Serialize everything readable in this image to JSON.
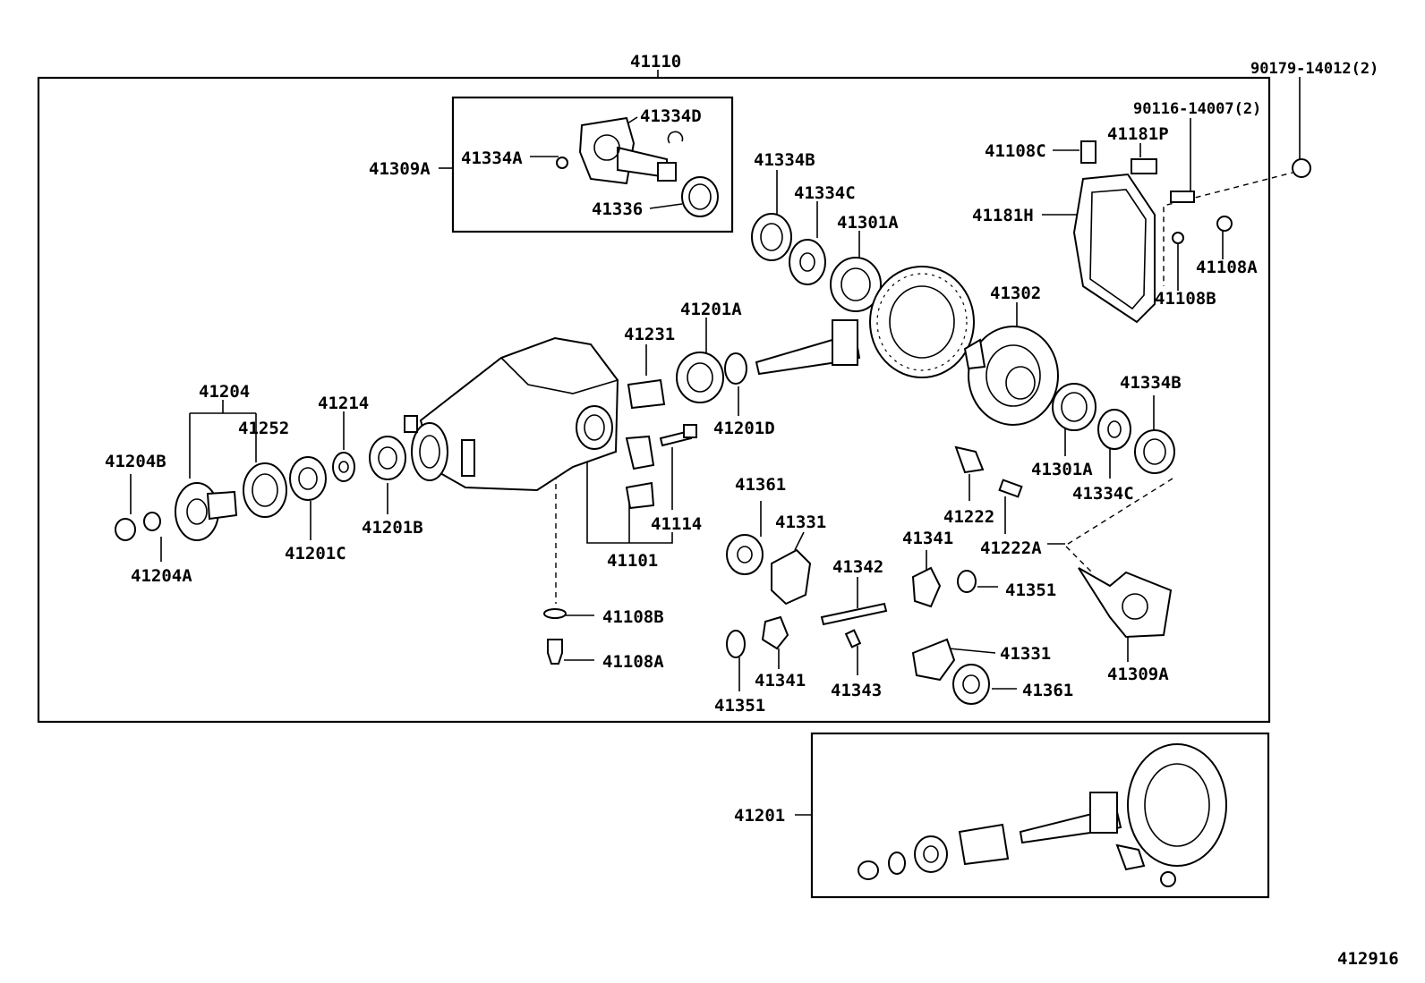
{
  "diagram": {
    "type": "exploded-parts-view",
    "figure_id": "412916",
    "labels": {
      "p41110": "41110",
      "p90179": "90179-14012(2)",
      "p90116": "90116-14007(2)",
      "p41334D": "41334D",
      "p41334A": "41334A",
      "p41309A_top": "41309A",
      "p41336": "41336",
      "p41334B_top": "41334B",
      "p41334C_top": "41334C",
      "p41301A_top": "41301A",
      "p41108C": "41108C",
      "p41181P": "41181P",
      "p41181H": "41181H",
      "p41108A_right": "41108A",
      "p41108B_right": "41108B",
      "p41302": "41302",
      "p41201A": "41201A",
      "p41231": "41231",
      "p41201D": "41201D",
      "p41204": "41204",
      "p41252": "41252",
      "p41214": "41214",
      "p41204B": "41204B",
      "p41204A": "41204A",
      "p41201C": "41201C",
      "p41201B": "41201B",
      "p41114": "41114",
      "p41101": "41101",
      "p41108B_bottom": "41108B",
      "p41108A_bottom": "41108A",
      "p41334B_right": "41334B",
      "p41301A_right": "41301A",
      "p41334C_right": "41334C",
      "p41222": "41222",
      "p41222A": "41222A",
      "p41361_top": "41361",
      "p41331_top": "41331",
      "p41342": "41342",
      "p41341_top": "41341",
      "p41351_right": "41351",
      "p41309A_right": "41309A",
      "p41331_bottom": "41331",
      "p41361_bottom": "41361",
      "p41341_bottom": "41341",
      "p41343": "41343",
      "p41351_bottom": "41351",
      "p41201": "41201"
    }
  }
}
